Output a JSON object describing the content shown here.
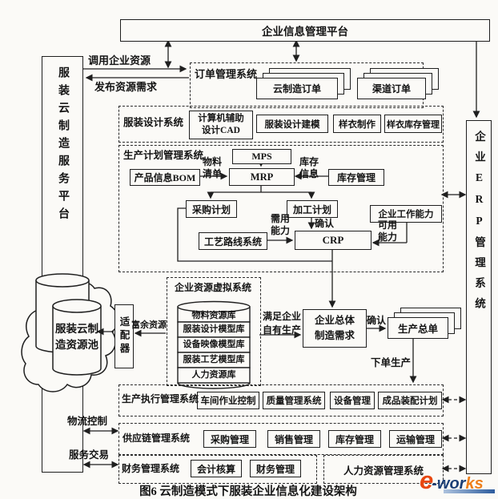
{
  "platform": {
    "label": "企业信息管理平台"
  },
  "left_bar": {
    "label": "服装云制造服务平台"
  },
  "right_bar": {
    "label": "企业ERP管理系统"
  },
  "flows": {
    "invoke_resources": "调用企业资源",
    "publish_demand": "发布资源需求",
    "bom_list_l1": "物料",
    "bom_list_l2": "清单",
    "inventory_info_l1": "库存",
    "inventory_info_l2": "信息",
    "confirm1": "确认",
    "need_capacity_l1": "需用",
    "need_capacity_l2": "能力",
    "avail_capacity_l1": "可用",
    "avail_capacity_l2": "能力",
    "surplus_resources": "富余资源",
    "self_production_l1": "满足企业",
    "self_production_l2": "自有生产",
    "confirm2": "确认",
    "place_order": "下单生产",
    "logistics_control": "物流控制",
    "service_trade": "服务交易"
  },
  "order_system": {
    "label": "订单管理系统",
    "cloud_order": "云制造订单",
    "channel_order": "渠道订单"
  },
  "design_system": {
    "label": "服装设计系统",
    "cad_l1": "计算机辅助",
    "cad_l2": "设计CAD",
    "items": [
      "服装设计建模",
      "样衣制作",
      "样衣库存管理"
    ]
  },
  "planning_system": {
    "label": "生产计划管理系统",
    "mps": "MPS",
    "mrp": "MRP",
    "crp": "CRP",
    "bom": "产品信息BOM",
    "inventory_mgmt": "库存管理",
    "purchase_plan": "采购计划",
    "process_plan": "加工计划",
    "work_capacity": "企业工作能力",
    "routing_system": "工艺路线系统"
  },
  "virtual_system": {
    "label": "企业资源虚拟系统",
    "databases": [
      "物料资源库",
      "服装设计模型库",
      "设备映像模型库",
      "服装工艺模型库",
      "人力资源库"
    ]
  },
  "adapter": {
    "label": "适配器"
  },
  "resource_pool": {
    "label_l1": "服装云制",
    "label_l2": "造资源池"
  },
  "total_demand": {
    "l1": "企业总体",
    "l2": "制造需求"
  },
  "production_order": {
    "label": "生产总单"
  },
  "mes": {
    "label": "生产执行管理系统",
    "items": [
      "车间作业控制",
      "质量管理系统",
      "设备管理",
      "成品装配计划"
    ]
  },
  "scm": {
    "label": "供应链管理系统",
    "items": [
      "采购管理",
      "销售管理",
      "库存管理",
      "运输管理"
    ]
  },
  "finance": {
    "label": "财务管理系统",
    "items": [
      "会计核算",
      "财务管理"
    ]
  },
  "hr": {
    "label": "人力资源管理系统"
  },
  "caption": "图6  云制造模式下服装企业信息化建设架构",
  "logo": {
    "e": "e",
    "part1": "-wor",
    "part2": "ks"
  },
  "colors": {
    "line": "#1f1f1f",
    "background": "#fbfaf7",
    "logo_e": "#e8470f",
    "logo_text": "#1b3f77",
    "logo_accent": "#ef7f1a",
    "logo_bar": "#2d5c9e"
  }
}
